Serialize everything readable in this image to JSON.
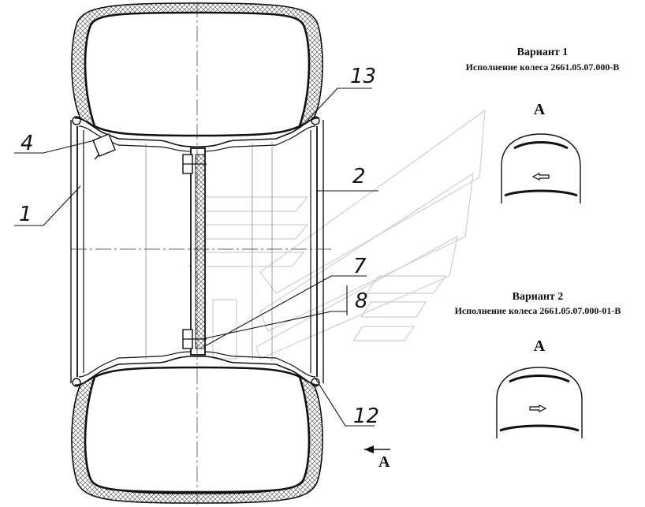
{
  "callouts": {
    "c1": "1",
    "c2": "2",
    "c4": "4",
    "c7": "7",
    "c8": "8",
    "c12": "12",
    "c13": "13"
  },
  "view_arrow_label": "А",
  "variants": [
    {
      "title": "Вариант 1",
      "subtitle": "Исполнение колеса 2661.05.07.000-В",
      "view_label": "А"
    },
    {
      "title": "Вариант 2",
      "subtitle": "Исполнение колеса 2661.05.07.000-01-В",
      "view_label": "А"
    }
  ]
}
